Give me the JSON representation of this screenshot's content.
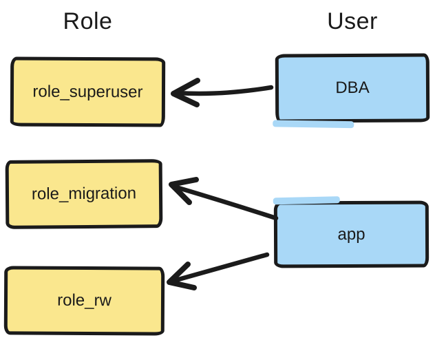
{
  "titles": {
    "role": "Role",
    "user": "User"
  },
  "nodes": {
    "role_superuser": {
      "label": "role_superuser",
      "type": "role"
    },
    "role_migration": {
      "label": "role_migration",
      "type": "role"
    },
    "role_rw": {
      "label": "role_rw",
      "type": "role"
    },
    "dba": {
      "label": "DBA",
      "type": "user"
    },
    "app": {
      "label": "app",
      "type": "user"
    }
  },
  "edges": [
    {
      "from": "dba",
      "to": "role_superuser"
    },
    {
      "from": "app",
      "to": "role_migration"
    },
    {
      "from": "app",
      "to": "role_rw"
    }
  ],
  "colors": {
    "background": "#ffffff",
    "role_fill": "#fae78e",
    "user_fill": "#a9d8f7",
    "stroke": "#1b1b1b",
    "text": "#1a1a1a"
  }
}
